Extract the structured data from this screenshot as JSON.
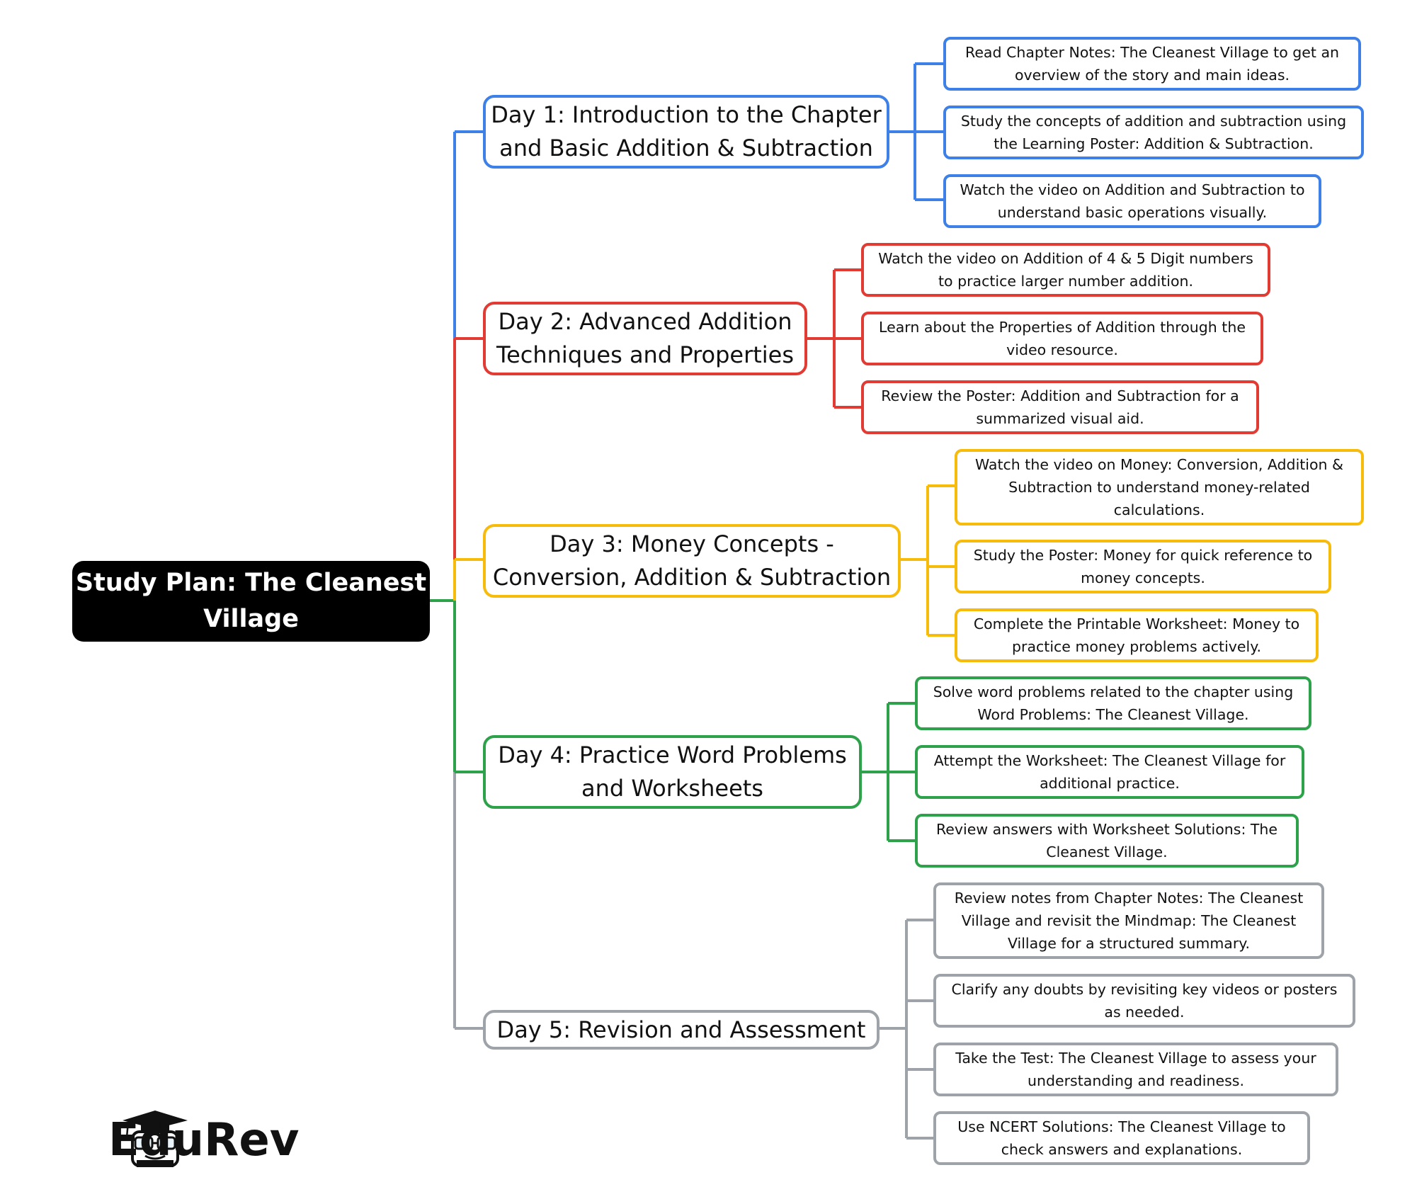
{
  "root": {
    "title": "Study Plan: The Cleanest Village"
  },
  "colors": {
    "day1": "#3d80e8",
    "day2": "#e23b33",
    "day3": "#f7bb0c",
    "day4": "#2ea24a",
    "day5": "#9ea3a9",
    "root_bg": "#000000"
  },
  "days": [
    {
      "label": "Day 1: Introduction to the Chapter and Basic Addition & Subtraction",
      "tasks": [
        "Read Chapter Notes: The Cleanest Village to get an overview of the story and main ideas.",
        "Study the concepts of addition and subtraction using the Learning Poster: Addition & Subtraction.",
        "Watch the video on Addition and Subtraction to understand basic operations visually."
      ]
    },
    {
      "label": "Day 2: Advanced Addition Techniques and Properties",
      "tasks": [
        "Watch the video on Addition of 4 & 5 Digit numbers to practice larger number addition.",
        "Learn about the Properties of Addition through the video resource.",
        "Review the Poster: Addition and Subtraction for a summarized visual aid."
      ]
    },
    {
      "label": "Day 3: Money Concepts - Conversion, Addition & Subtraction",
      "tasks": [
        "Watch the video on Money: Conversion, Addition & Subtraction to understand money-related calculations.",
        "Study the Poster: Money for quick reference to money concepts.",
        "Complete the Printable Worksheet: Money to practice money problems actively."
      ]
    },
    {
      "label": "Day 4: Practice Word Problems and Worksheets",
      "tasks": [
        "Solve word problems related to the chapter using Word Problems: The Cleanest Village.",
        "Attempt the Worksheet: The Cleanest Village for additional practice.",
        "Review answers with Worksheet Solutions: The Cleanest Village."
      ]
    },
    {
      "label": "Day 5: Revision and Assessment",
      "tasks": [
        "Review notes from Chapter Notes: The Cleanest Village and revisit the Mindmap: The Cleanest Village for a structured summary.",
        "Clarify any doubts by revisiting key videos or posters as needed.",
        "Take the Test: The Cleanest Village to assess your understanding and readiness.",
        "Use NCERT Solutions: The Cleanest Village to check answers and explanations."
      ]
    }
  ],
  "brand": {
    "name": "EduRev",
    "logo_icon": "graduation-cap-mascot-icon"
  }
}
